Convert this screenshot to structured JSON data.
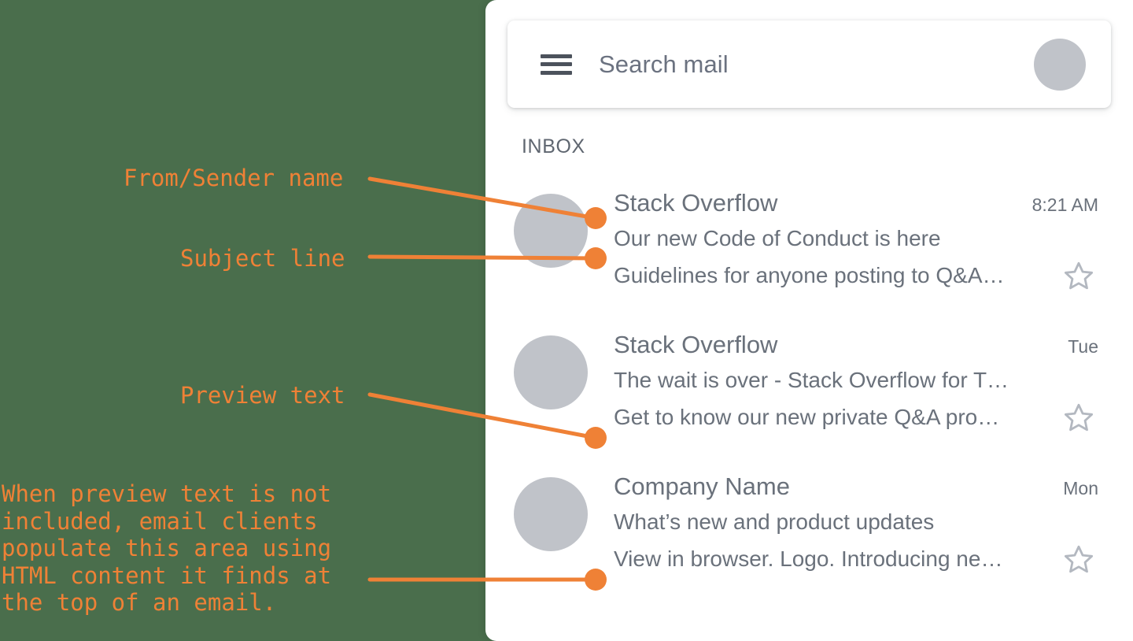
{
  "background_color": "#4a6e4c",
  "accent_color": "#ef8136",
  "text_color": "#6a717b",
  "avatar_color": "#c0c3c9",
  "mail_client": {
    "search": {
      "menu_icon": "hamburger-icon",
      "placeholder": "Search mail",
      "avatar_icon": "account-avatar"
    },
    "folder_label": "INBOX",
    "emails": [
      {
        "sender": "Stack Overflow",
        "time": "8:21 AM",
        "subject": "Our new Code of Conduct is here",
        "preview": "Guidelines for anyone posting to Q&A…",
        "star": "star-outline-icon"
      },
      {
        "sender": "Stack Overflow",
        "time": "Tue",
        "subject": "The wait is over - Stack Overflow for T…",
        "preview": "Get to know our new private Q&A pro…",
        "star": "star-outline-icon"
      },
      {
        "sender": "Company Name",
        "time": "Mon",
        "subject": "What’s new and product updates",
        "preview": "View in browser. Logo. Introducing ne…",
        "star": "star-outline-icon"
      }
    ]
  },
  "annotations": {
    "from_sender": "From/Sender name",
    "subject_line": "Subject line",
    "preview_text": "Preview text",
    "explanation": "When preview text is not\nincluded, email clients\npopulate this area using\nHTML content it finds at\nthe top of an email."
  }
}
